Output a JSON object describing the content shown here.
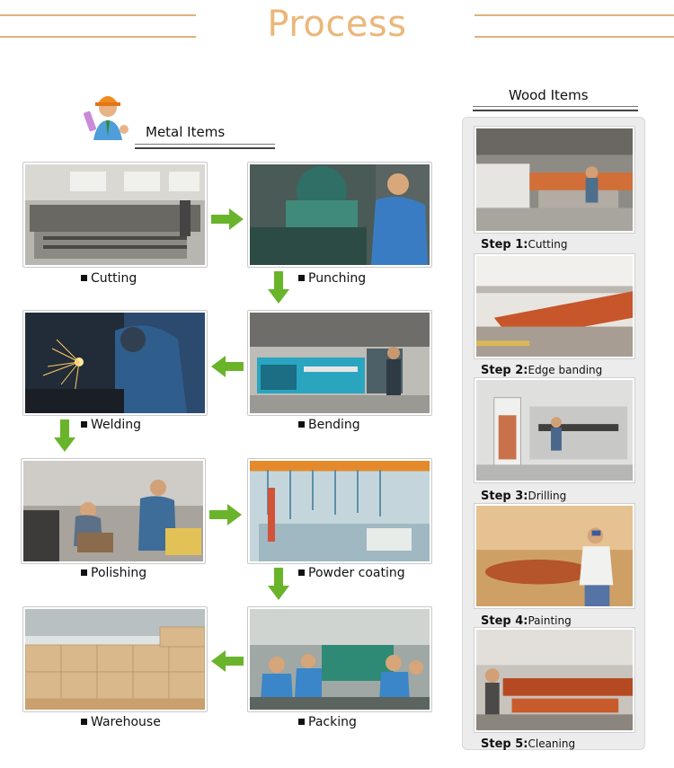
{
  "header": {
    "title": "Process"
  },
  "metal": {
    "title": "Metal Items",
    "steps": [
      {
        "label": "Cutting"
      },
      {
        "label": "Punching"
      },
      {
        "label": "Bending"
      },
      {
        "label": "Welding"
      },
      {
        "label": "Polishing"
      },
      {
        "label": "Powder coating"
      },
      {
        "label": "Packing"
      },
      {
        "label": "Warehouse"
      }
    ]
  },
  "wood": {
    "title": "Wood Items",
    "steps": [
      {
        "step": "Step 1:",
        "name": "Cutting"
      },
      {
        "step": "Step 2:",
        "name": "Edge banding"
      },
      {
        "step": "Step 3:",
        "name": "Drilling"
      },
      {
        "step": "Step 4:",
        "name": "Painting"
      },
      {
        "step": "Step 5:",
        "name": "Cleaning"
      }
    ]
  },
  "colors": {
    "accent": "#ebb779",
    "arrow": "#6ab42c",
    "header_line": "#dcb37d"
  },
  "icons": {
    "worker": "worker-icon",
    "bullet": "square-bullet-icon",
    "arrow": "green-arrow-icon"
  }
}
